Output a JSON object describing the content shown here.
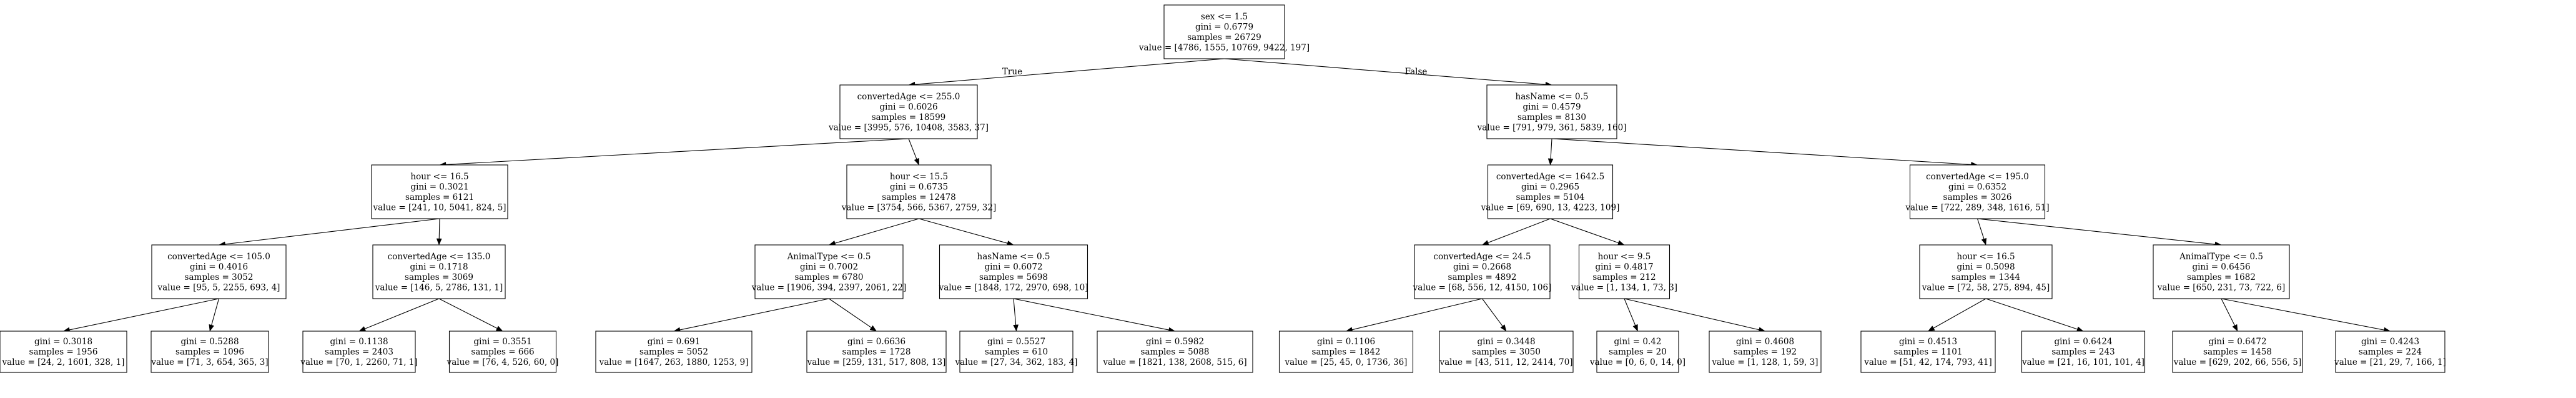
{
  "tree": {
    "edge_labels": {
      "true": "True",
      "false": "False"
    },
    "nodes": [
      {
        "id": "n0",
        "lines": [
          "sex <= 1.5",
          "gini = 0.6779",
          "samples = 26729",
          "value = [4786, 1555, 10769, 9422, 197]"
        ]
      },
      {
        "id": "n1",
        "lines": [
          "convertedAge <= 255.0",
          "gini = 0.6026",
          "samples = 18599",
          "value = [3995, 576, 10408, 3583, 37]"
        ]
      },
      {
        "id": "n2",
        "lines": [
          "hasName <= 0.5",
          "gini = 0.4579",
          "samples = 8130",
          "value = [791, 979, 361, 5839, 160]"
        ]
      },
      {
        "id": "n3",
        "lines": [
          "hour <= 16.5",
          "gini = 0.3021",
          "samples = 6121",
          "value = [241, 10, 5041, 824, 5]"
        ]
      },
      {
        "id": "n4",
        "lines": [
          "hour <= 15.5",
          "gini = 0.6735",
          "samples = 12478",
          "value = [3754, 566, 5367, 2759, 32]"
        ]
      },
      {
        "id": "n5",
        "lines": [
          "convertedAge <= 1642.5",
          "gini = 0.2965",
          "samples = 5104",
          "value = [69, 690, 13, 4223, 109]"
        ]
      },
      {
        "id": "n6",
        "lines": [
          "convertedAge <= 195.0",
          "gini = 0.6352",
          "samples = 3026",
          "value = [722, 289, 348, 1616, 51]"
        ]
      },
      {
        "id": "n7",
        "lines": [
          "convertedAge <= 105.0",
          "gini = 0.4016",
          "samples = 3052",
          "value = [95, 5, 2255, 693, 4]"
        ]
      },
      {
        "id": "n8",
        "lines": [
          "convertedAge <= 135.0",
          "gini = 0.1718",
          "samples = 3069",
          "value = [146, 5, 2786, 131, 1]"
        ]
      },
      {
        "id": "n9",
        "lines": [
          "AnimalType <= 0.5",
          "gini = 0.7002",
          "samples = 6780",
          "value = [1906, 394, 2397, 2061, 22]"
        ]
      },
      {
        "id": "n10",
        "lines": [
          "hasName <= 0.5",
          "gini = 0.6072",
          "samples = 5698",
          "value = [1848, 172, 2970, 698, 10]"
        ]
      },
      {
        "id": "n11",
        "lines": [
          "convertedAge <= 24.5",
          "gini = 0.2668",
          "samples = 4892",
          "value = [68, 556, 12, 4150, 106]"
        ]
      },
      {
        "id": "n12",
        "lines": [
          "hour <= 9.5",
          "gini = 0.4817",
          "samples = 212",
          "value = [1, 134, 1, 73, 3]"
        ]
      },
      {
        "id": "n13",
        "lines": [
          "hour <= 16.5",
          "gini = 0.5098",
          "samples = 1344",
          "value = [72, 58, 275, 894, 45]"
        ]
      },
      {
        "id": "n14",
        "lines": [
          "AnimalType <= 0.5",
          "gini = 0.6456",
          "samples = 1682",
          "value = [650, 231, 73, 722, 6]"
        ]
      },
      {
        "id": "n15",
        "lines": [
          "gini = 0.3018",
          "samples = 1956",
          "value = [24, 2, 1601, 328, 1]"
        ]
      },
      {
        "id": "n16",
        "lines": [
          "gini = 0.5288",
          "samples = 1096",
          "value = [71, 3, 654, 365, 3]"
        ]
      },
      {
        "id": "n17",
        "lines": [
          "gini = 0.1138",
          "samples = 2403",
          "value = [70, 1, 2260, 71, 1]"
        ]
      },
      {
        "id": "n18",
        "lines": [
          "gini = 0.3551",
          "samples = 666",
          "value = [76, 4, 526, 60, 0]"
        ]
      },
      {
        "id": "n19",
        "lines": [
          "gini = 0.691",
          "samples = 5052",
          "value = [1647, 263, 1880, 1253, 9]"
        ]
      },
      {
        "id": "n20",
        "lines": [
          "gini = 0.6636",
          "samples = 1728",
          "value = [259, 131, 517, 808, 13]"
        ]
      },
      {
        "id": "n21",
        "lines": [
          "gini = 0.5527",
          "samples = 610",
          "value = [27, 34, 362, 183, 4]"
        ]
      },
      {
        "id": "n22",
        "lines": [
          "gini = 0.5982",
          "samples = 5088",
          "value = [1821, 138, 2608, 515, 6]"
        ]
      },
      {
        "id": "n23",
        "lines": [
          "gini = 0.1106",
          "samples = 1842",
          "value = [25, 45, 0, 1736, 36]"
        ]
      },
      {
        "id": "n24",
        "lines": [
          "gini = 0.3448",
          "samples = 3050",
          "value = [43, 511, 12, 2414, 70]"
        ]
      },
      {
        "id": "n25",
        "lines": [
          "gini = 0.42",
          "samples = 20",
          "value = [0, 6, 0, 14, 0]"
        ]
      },
      {
        "id": "n26",
        "lines": [
          "gini = 0.4608",
          "samples = 192",
          "value = [1, 128, 1, 59, 3]"
        ]
      },
      {
        "id": "n27",
        "lines": [
          "gini = 0.4513",
          "samples = 1101",
          "value = [51, 42, 174, 793, 41]"
        ]
      },
      {
        "id": "n28",
        "lines": [
          "gini = 0.6424",
          "samples = 243",
          "value = [21, 16, 101, 101, 4]"
        ]
      },
      {
        "id": "n29",
        "lines": [
          "gini = 0.6472",
          "samples = 1458",
          "value = [629, 202, 66, 556, 5]"
        ]
      },
      {
        "id": "n30",
        "lines": [
          "gini = 0.4243",
          "samples = 224",
          "value = [21, 29, 7, 166, 1]"
        ]
      }
    ]
  }
}
